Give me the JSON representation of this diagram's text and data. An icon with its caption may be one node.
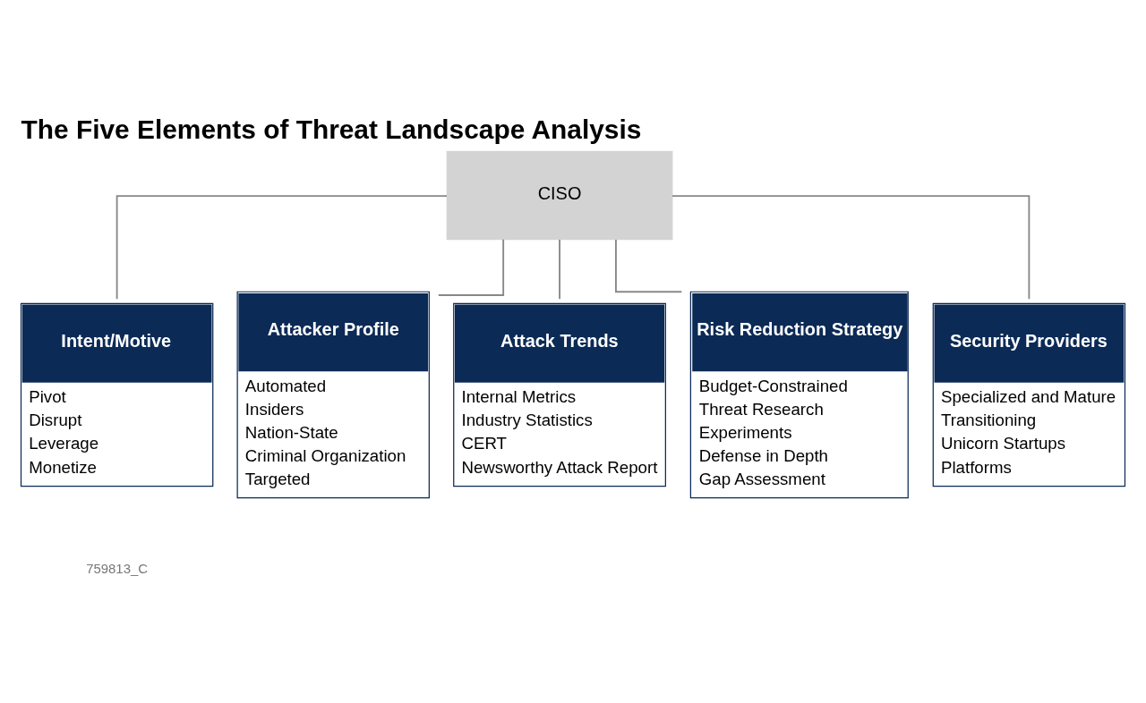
{
  "diagram": {
    "title": "The Five Elements of Threat Landscape Analysis",
    "nodes": [
      {
        "text": [
          "CISO"
        ]
      },
      {
        "text": [
          "Intent/Motive",
          "Pivot",
          "Disrupt",
          "Leverage",
          "Monetize"
        ]
      },
      {
        "text": [
          "Attacker Profile",
          "Automated",
          "Insiders",
          "Nation-State",
          "Criminal Organization",
          "Targeted"
        ]
      },
      {
        "text": [
          "Attack Trends",
          "Internal Metrics",
          "Industry Statistics",
          "CERT",
          "Newsworthy Attack Report"
        ]
      },
      {
        "text": [
          "Risk Reduction Strategy",
          "Budget-Constrained",
          "Threat Research",
          "Experiments",
          "Defense in Depth",
          "Gap Assessment"
        ]
      },
      {
        "text": [
          "Security Providers",
          "Specialized and Mature",
          "Transitioning",
          "Unicorn Startups",
          "Platforms"
        ]
      }
    ],
    "edges": [
      {
        "from": 0,
        "to": 1,
        "arrow": "none"
      },
      {
        "from": 0,
        "to": 2,
        "arrow": "none"
      },
      {
        "from": 0,
        "to": 3,
        "arrow": "none"
      },
      {
        "from": 0,
        "to": 4,
        "arrow": "none"
      },
      {
        "from": 0,
        "to": 5,
        "arrow": "none"
      }
    ],
    "labels": [
      "759813_C"
    ]
  }
}
